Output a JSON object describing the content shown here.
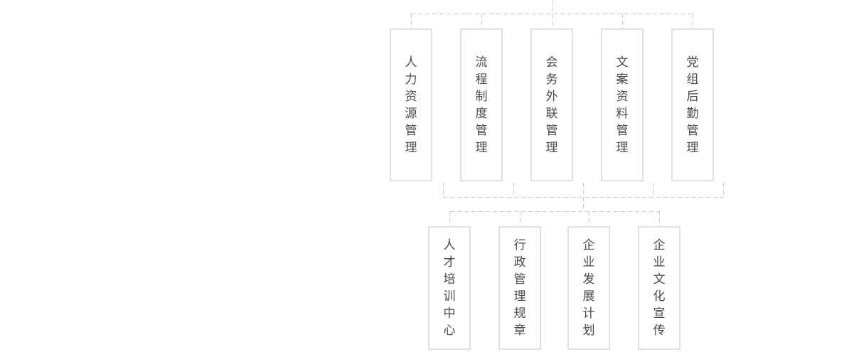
{
  "diagram": {
    "type": "org-chart-fragment",
    "top_row": [
      {
        "label": "人力资源管理"
      },
      {
        "label": "流程制度管理"
      },
      {
        "label": "会务外联管理"
      },
      {
        "label": "文案资料管理"
      },
      {
        "label": "党组后勤管理"
      }
    ],
    "bottom_row": [
      {
        "label": "人才培训中心"
      },
      {
        "label": "行政管理规章"
      },
      {
        "label": "企业发展计划"
      },
      {
        "label": "企业文化宣传"
      }
    ],
    "colors": {
      "node_border": "#e1e1e1",
      "node_background": "#ffffff",
      "connector": "#cccccc",
      "text": "#4a4a4a",
      "page_background": "#ffffff"
    }
  }
}
